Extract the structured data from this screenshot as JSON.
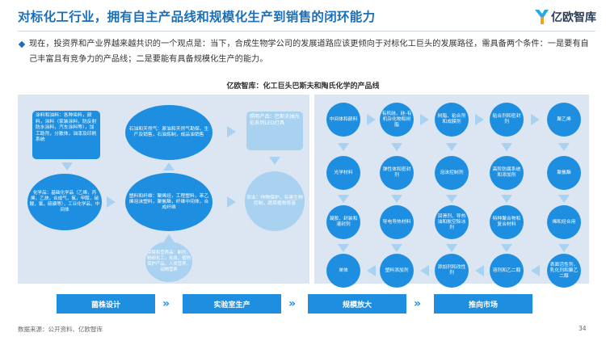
{
  "header": {
    "title": "对标化工行业，拥有自主产品线和规模化生产到销售的闭环能力",
    "logo_text": "亿欧智库"
  },
  "intro": {
    "text": "现在，投资界和产业界越来越共识的一个观点是：当下，合成生物学公司的发展道路应该更倾向于对标化工巨头的发展路径，需具备两个条件：一是要有自己丰富且有竞争力的产品线；二是要能有具备规模化生产的能力。"
  },
  "chart": {
    "title": "亿欧智库：化工巨头巴斯夫和陶氏化学的产品线",
    "left": {
      "rect_top": "涂料和油料：各种染料，颜料，涂料（家装涂料，防反射防水涂料，汽车涂料等），加工助剂，分散体，油漆及印刷系统",
      "circle_top": "石油和天然气：原油和天然气勘探，生产及销售，石油炼制，成品油销售",
      "rect_right": "照明产品：巴斯夫抽光彩系列LED灯具",
      "circle_left": "化学品：基础化学品（乙烯，丙烯，乙炔，合成气，氨，甲醇，硝酸，氯，硫磺等），工业化学品，中间体",
      "circle_mid": "塑料和纤维：聚烯烃，工程塑料，苯乙烯泡沫塑料，聚氨酯，纤维中间体，合成纤维",
      "circle_right": "农业：作物保护，有害生物控制，蔬菜植物育苗",
      "circle_bottom": "保健和营养品：制药，精细化工，化妆，植物保护产品，人类营养，动物营养"
    },
    "right": {
      "row1": [
        "中间体和颜料",
        "有机硅、硅-有机杂化物和树脂",
        "树脂、粘合剂和成膜剂",
        "粘合剂和密封剂",
        "聚乙烯"
      ],
      "row2": [
        "光学材料",
        "弹性体和密封剂",
        "泡沫控制剂",
        "高阶防腐系统和添加剂",
        "聚氨酯"
      ],
      "row3": [
        "凝胶、封装和灌封剂",
        "导电导热材料",
        "润滑剂、导热油和航空除冰剂",
        "特种聚合物和复合材料",
        "烯和烃合用"
      ],
      "row4": [
        "单体",
        "塑料添加剂",
        "添加剂和改性剂",
        "溶剂和乙二醇",
        "表面活性剂，乳化剂和聚乙二醇"
      ]
    },
    "stages": [
      "菌株设计",
      "实验室生产",
      "规模放大",
      "推向市场"
    ]
  },
  "footer": {
    "source": "数据来源：公开资料、亿欧智库",
    "page": "34"
  },
  "colors": {
    "brand_blue": "#1b6fb8",
    "node_blue": "#1e8fe0",
    "node_light": "#a9d2f1",
    "panel_bg": "#dce6f2"
  }
}
